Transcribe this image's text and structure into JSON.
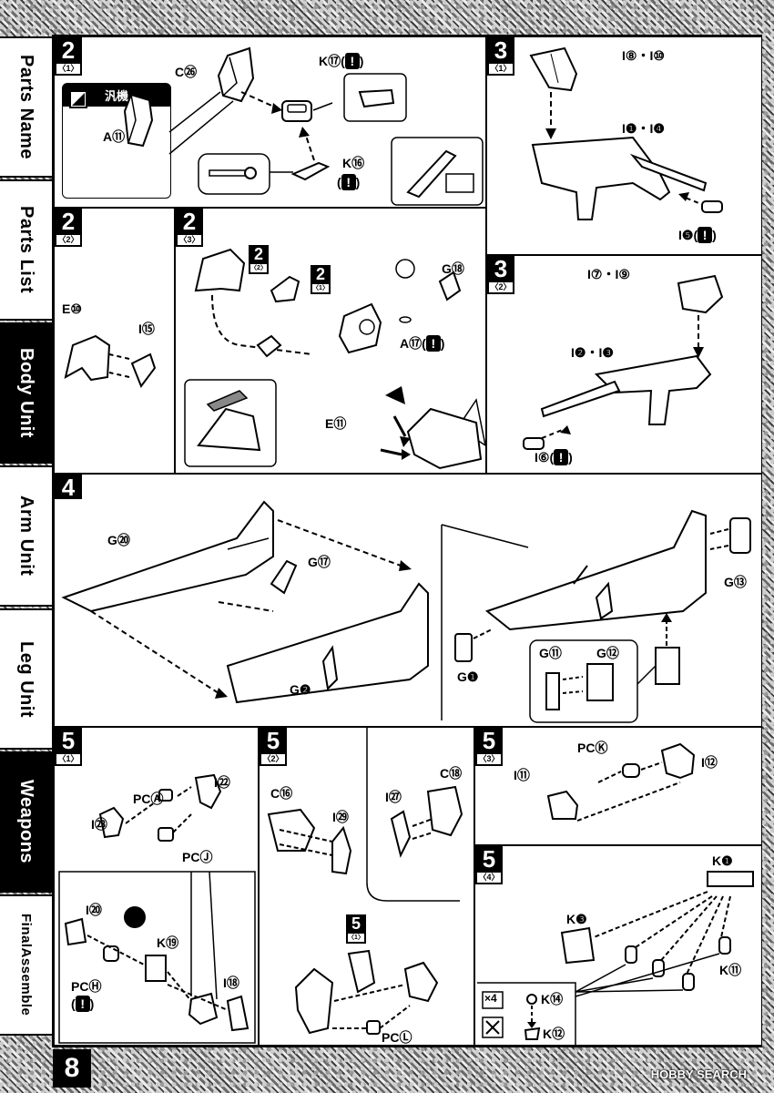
{
  "page_number": "8",
  "tabs": [
    "Parts Name",
    "Parts List",
    "Body Unit",
    "Arm Unit",
    "Leg Unit",
    "Weapons",
    "FinalAssemble"
  ],
  "watermark": "HOBBY SEARCH",
  "warn_symbol": "!",
  "steps": {
    "s2_1": {
      "num": "2",
      "sub": "〈1〉",
      "box_title": "汎機",
      "labels": {
        "c26": "C㉖",
        "k17": "K⑰(",
        "k16": "K⑯",
        "a11": "A⑪",
        "paren_open": "(",
        "paren_close": ")"
      }
    },
    "s2_2": {
      "num": "2",
      "sub": "〈2〉",
      "labels": {
        "e10": "E⑩",
        "i15": "I⑮"
      }
    },
    "s2_3": {
      "num": "2",
      "sub": "〈3〉",
      "labels": {
        "ref2_2": "2",
        "ref2_2_sub": "〈2〉",
        "ref2_1": "2",
        "ref2_1_sub": "〈1〉",
        "g18": "G⑱",
        "a17": "A⑰(",
        "e11": "E⑪",
        "paren_close": ")"
      }
    },
    "s3_1": {
      "num": "3",
      "sub": "〈1〉",
      "labels": {
        "i8_10": "I⑧・I⑩",
        "i1_4": "I❶・I❹",
        "i5": "I❺("
      }
    },
    "s3_2": {
      "num": "3",
      "sub": "〈2〉",
      "labels": {
        "i7_9": "I⑦・I⑨",
        "i2_3": "I❷・I❸",
        "i6": "I⑥("
      }
    },
    "s4": {
      "num": "4",
      "labels": {
        "g20": "G⑳",
        "g17": "G⑰",
        "g2": "G❷",
        "g13": "G⑬",
        "g1": "G❶",
        "g11": "G⑪",
        "g12": "G⑫"
      }
    },
    "s5_1": {
      "num": "5",
      "sub": "〈1〉",
      "labels": {
        "pca": "PCⒶ",
        "i22": "I㉒",
        "i23": "I㉓",
        "pcj": "PCⒿ",
        "i20": "I⑳",
        "k19": "K⑲",
        "i18": "I⑱",
        "pch": "PCⒽ",
        "pch_warn": "("
      }
    },
    "s5_2": {
      "num": "5",
      "sub": "〈2〉",
      "labels": {
        "c16": "C⑯",
        "i29": "I㉙",
        "i27": "I㉗",
        "c18": "C⑱",
        "ref5_1": "5",
        "ref5_1_sub": "〈1〉",
        "pcl": "PCⓁ"
      }
    },
    "s5_3": {
      "num": "5",
      "sub": "〈3〉",
      "labels": {
        "pck": "PCⓀ",
        "i11": "I⑪",
        "i12": "I⑫"
      }
    },
    "s5_4": {
      "num": "5",
      "sub": "〈4〉",
      "labels": {
        "k1": "K❶",
        "k3": "K❸",
        "k11": "K⑪",
        "x4": "×4",
        "k14": "K⑭",
        "k12": "K⑫"
      }
    }
  }
}
